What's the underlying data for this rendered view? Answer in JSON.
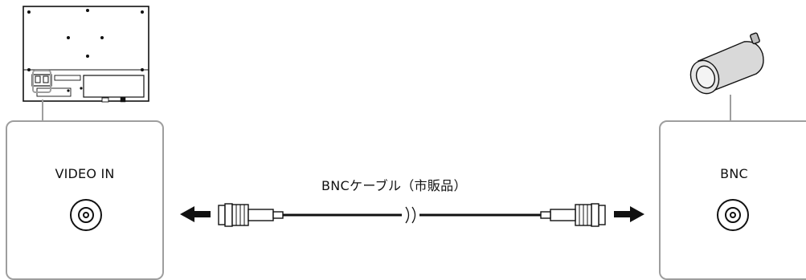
{
  "left_device": {
    "port_label": "VIDEO IN",
    "port_icon": "bnc-socket-icon"
  },
  "right_device": {
    "port_label": "BNC",
    "port_icon": "bnc-socket-icon",
    "device_icon": "camera-icon"
  },
  "cable": {
    "label": "BNCケーブル（市販品）"
  },
  "colors": {
    "line": "#111111",
    "panel_border": "#9e9e9e",
    "device_fill": "#ffffff",
    "camera_fill": "#d9d9d9"
  }
}
